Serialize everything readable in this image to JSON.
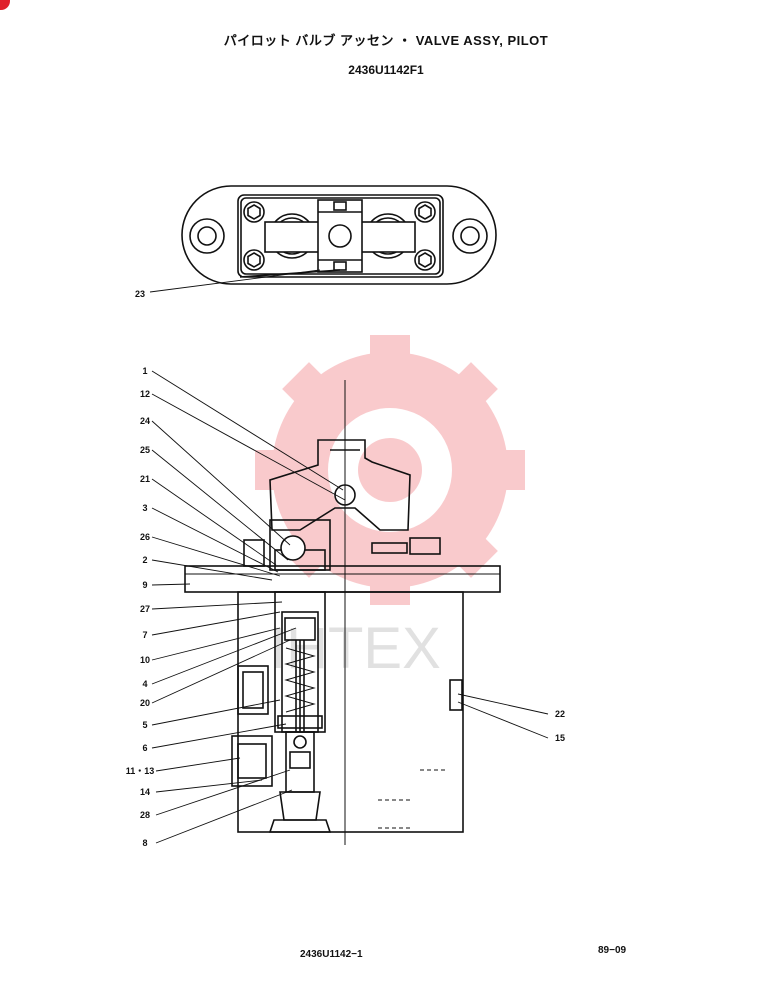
{
  "header": {
    "title": "パイロット バルブ アッセン  ・  VALVE ASSY, PILOT",
    "part_number": "2436U1142F1"
  },
  "footer": {
    "drawing_code": "2436U1142−1",
    "date_code": "89−09"
  },
  "watermark": {
    "text": "IHTEX",
    "color": "#e8313a"
  },
  "callouts": {
    "c23": "23",
    "c1": "1",
    "c12": "12",
    "c24": "24",
    "c25": "25",
    "c21": "21",
    "c3": "3",
    "c26": "26",
    "c2": "2",
    "c9": "9",
    "c27": "27",
    "c7": "7",
    "c10": "10",
    "c4": "4",
    "c20": "20",
    "c5": "5",
    "c6": "6",
    "c11_13": "11・13",
    "c14": "14",
    "c28": "28",
    "c8": "8",
    "c22": "22",
    "c15": "15"
  }
}
